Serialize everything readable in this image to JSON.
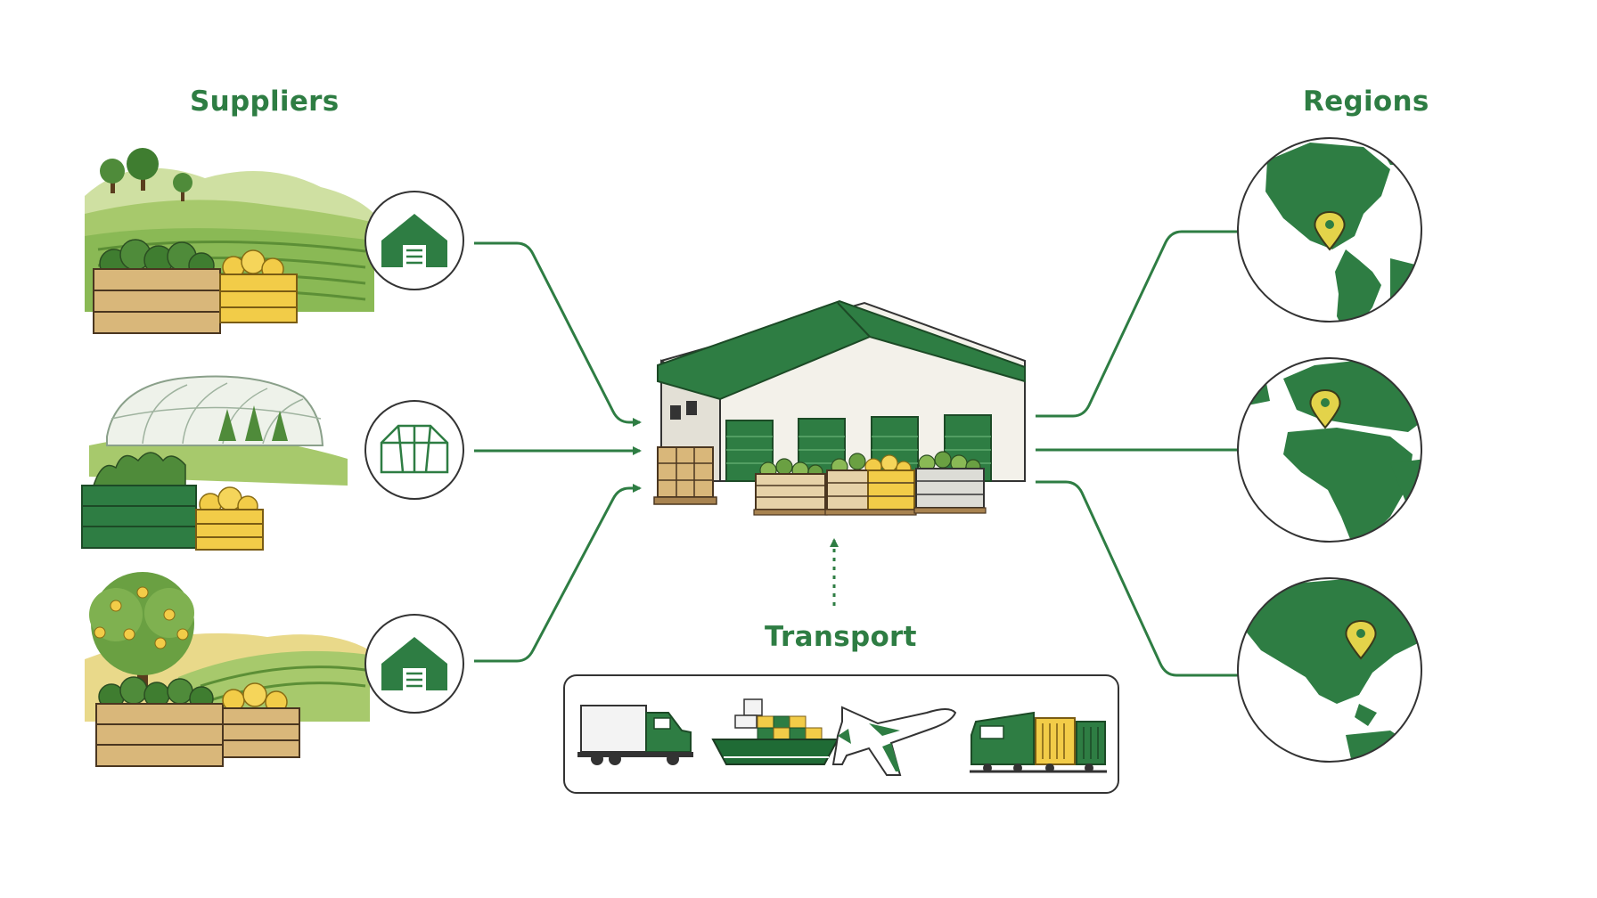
{
  "headings": {
    "suppliers": "Suppliers",
    "regions": "Regions",
    "transport": "Transport"
  },
  "suppliers": [
    {
      "scene": "farm-field-with-crates",
      "badge_icon": "barn-icon"
    },
    {
      "scene": "greenhouse-with-crates",
      "badge_icon": "greenhouse-icon"
    },
    {
      "scene": "orchard-with-crates",
      "badge_icon": "barn-icon"
    }
  ],
  "hub": {
    "icon": "warehouse-icon",
    "docks": 4,
    "pallets": [
      "pallet-cartons",
      "crate-green",
      "crate-mixed",
      "crate-green"
    ]
  },
  "regions": [
    {
      "globe": "americas-globe",
      "pin_icon": "map-pin-icon"
    },
    {
      "globe": "europe-africa-globe",
      "pin_icon": "map-pin-icon"
    },
    {
      "globe": "asia-oceania-globe",
      "pin_icon": "map-pin-icon"
    }
  ],
  "transport_modes": [
    "truck-icon",
    "cargo-ship-icon",
    "airplane-icon",
    "freight-train-icon"
  ],
  "colors": {
    "primary_green": "#2e7d43",
    "dark_green": "#1f6b35",
    "light_green": "#9cc46a",
    "crate_yellow": "#f2cc48",
    "wood": "#d9b77a",
    "outline": "#333333",
    "pin": "#e3d34a"
  }
}
